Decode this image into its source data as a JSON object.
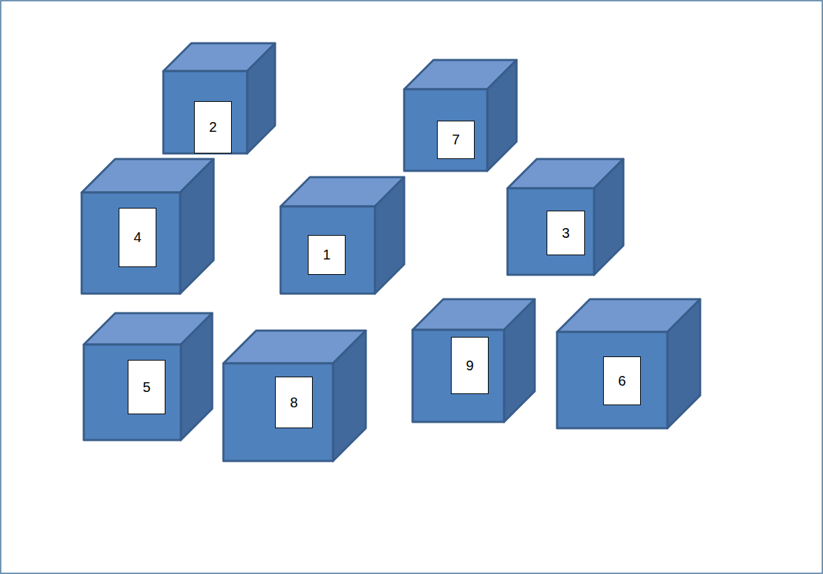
{
  "diagram": {
    "nodes": [
      {
        "text": [
          "2"
        ]
      },
      {
        "text": [
          "7"
        ]
      },
      {
        "text": [
          "4"
        ]
      },
      {
        "text": [
          "1"
        ]
      },
      {
        "text": [
          "3"
        ]
      },
      {
        "text": [
          "5"
        ]
      },
      {
        "text": [
          "8"
        ]
      },
      {
        "text": [
          "9"
        ]
      },
      {
        "text": [
          "6"
        ]
      }
    ]
  }
}
